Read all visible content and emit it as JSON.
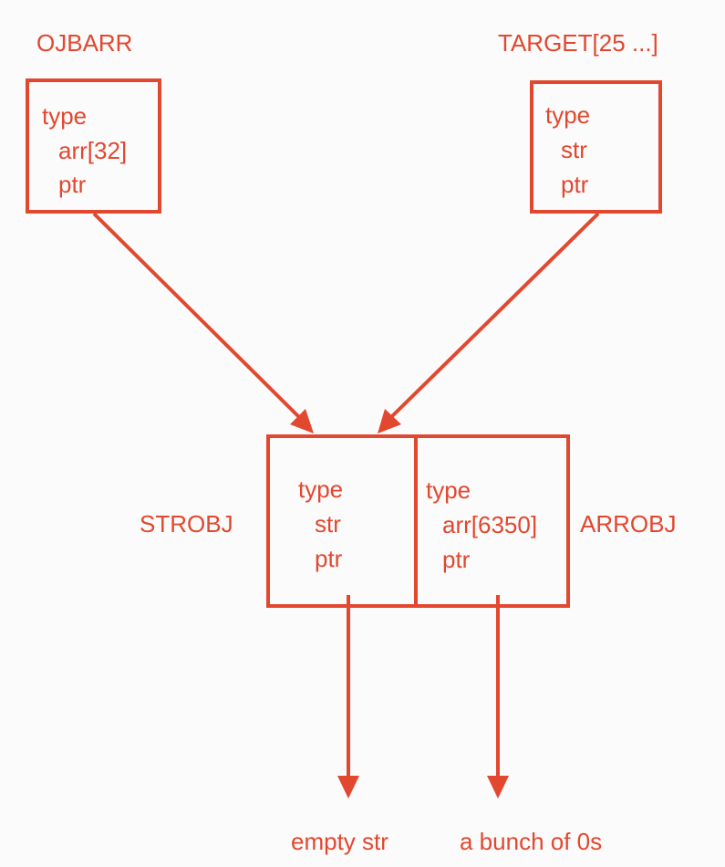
{
  "diagram": {
    "accent_color": "#e2472f",
    "nodes": {
      "ojbarr": {
        "label": "OJBARR",
        "fields": [
          "type",
          "arr[32]",
          "ptr"
        ]
      },
      "target": {
        "label": "TARGET[25 ...]",
        "fields": [
          "type",
          "str",
          "ptr"
        ]
      },
      "strobj": {
        "label": "STROBJ",
        "fields": [
          "type",
          "str",
          "ptr"
        ]
      },
      "arrobj": {
        "label": "ARROBJ",
        "fields": [
          "type",
          "arr[6350]",
          "ptr"
        ]
      }
    },
    "outputs": {
      "empty_str": "empty str",
      "bunch_of_zeros": "a bunch of 0s"
    },
    "edges": [
      {
        "from": "OJBARR",
        "to": "STROBJ"
      },
      {
        "from": "TARGET[25 ...]",
        "to": "STROBJ"
      },
      {
        "from": "STROBJ",
        "to": "empty str"
      },
      {
        "from": "ARROBJ",
        "to": "a bunch of 0s"
      }
    ]
  }
}
